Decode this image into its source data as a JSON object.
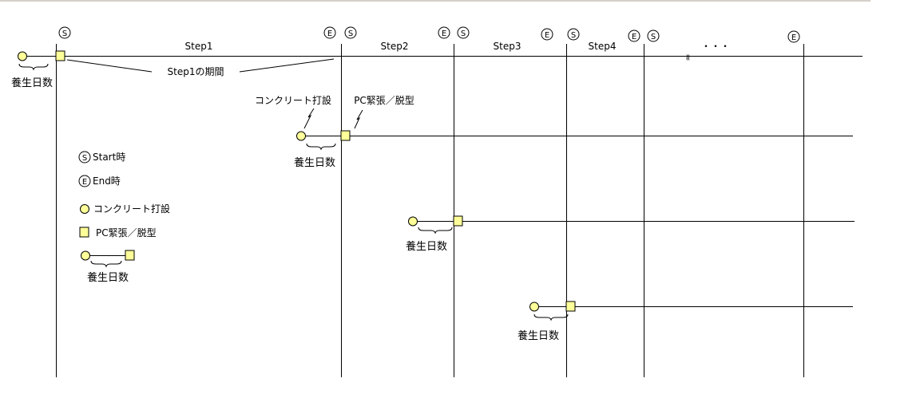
{
  "markers": {
    "start": "S",
    "end": "E"
  },
  "steps": [
    "Step1",
    "Step2",
    "Step3",
    "Step4"
  ],
  "ellipsis": "・・・",
  "break_mark": "≈",
  "period_label": "Step1の期間",
  "curing_label": "養生日数",
  "pour_label": "コンクリート打設",
  "tension_label": "PC緊張／脱型",
  "legend": {
    "start": "Start時",
    "end": "End時",
    "pour": "コンクリート打設",
    "tension": "PC緊張／脱型",
    "curing": "養生日数"
  },
  "colors": {
    "marker_fill": "#ffff99",
    "line": "#000000",
    "top_rule": "#d4d0c8"
  }
}
